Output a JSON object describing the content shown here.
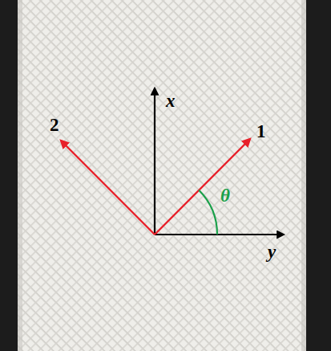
{
  "diagram": {
    "labels": [
      "x",
      "y",
      "1",
      "2",
      "θ"
    ]
  }
}
